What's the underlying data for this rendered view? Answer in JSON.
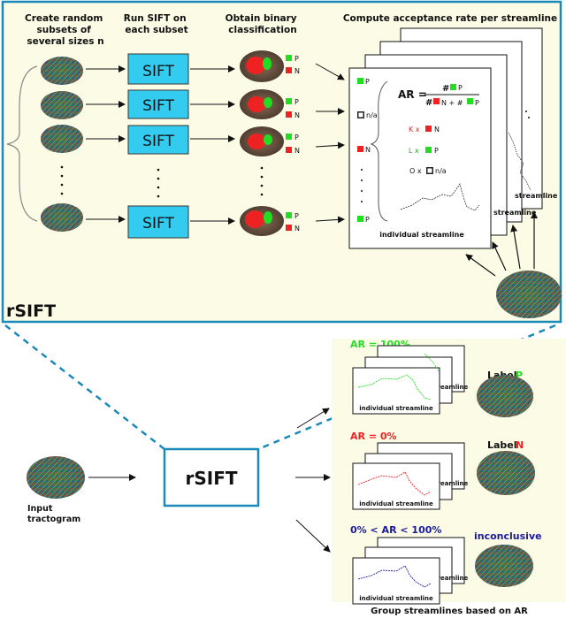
{
  "top": {
    "col1": [
      "Create random",
      "subsets of",
      "several sizes n"
    ],
    "col2": [
      "Run SIFT on",
      "each subset"
    ],
    "col3": [
      "Obtain binary",
      "classification"
    ],
    "col4": "Compute acceptance rate per streamline",
    "sift_label": "SIFT",
    "panel_label": "rSIFT",
    "legend": {
      "p": "P",
      "n": "N",
      "na": "n/a"
    },
    "formula": {
      "lhs": "AR =",
      "num": "#",
      "den_a": "#",
      "den_b": "N + #",
      "p": "P"
    },
    "counts": {
      "k": "K x",
      "l": "L x",
      "o": "O x",
      "n": "N",
      "p": "P",
      "na": "n/a"
    },
    "streamline_label": "individual streamline",
    "back_label": "streamline"
  },
  "bottom": {
    "input_label": [
      "Input",
      "tractogram"
    ],
    "rsift_label": "rSIFT",
    "group1": {
      "ar": "AR = 100%",
      "label_prefix": "Label",
      "label_value": "P"
    },
    "group2": {
      "ar": "AR = 0%",
      "label_prefix": "Label",
      "label_value": "N"
    },
    "group3": {
      "ar": "0% < AR < 100%",
      "label_value": "inconclusive"
    },
    "streamline_label": "individual streamline",
    "back_label": "streamline",
    "footer": "Group streamlines based on AR"
  },
  "colors": {
    "panel_border": "#1a8ab8",
    "panel_fill": "#fbfbe6",
    "sift_fill": "#33ccf0",
    "p_green": "#22dd22",
    "n_red": "#ee2222",
    "ar_green": "#22dd22",
    "ar_red": "#ee2222",
    "ar_blue": "#1a1aa0"
  }
}
